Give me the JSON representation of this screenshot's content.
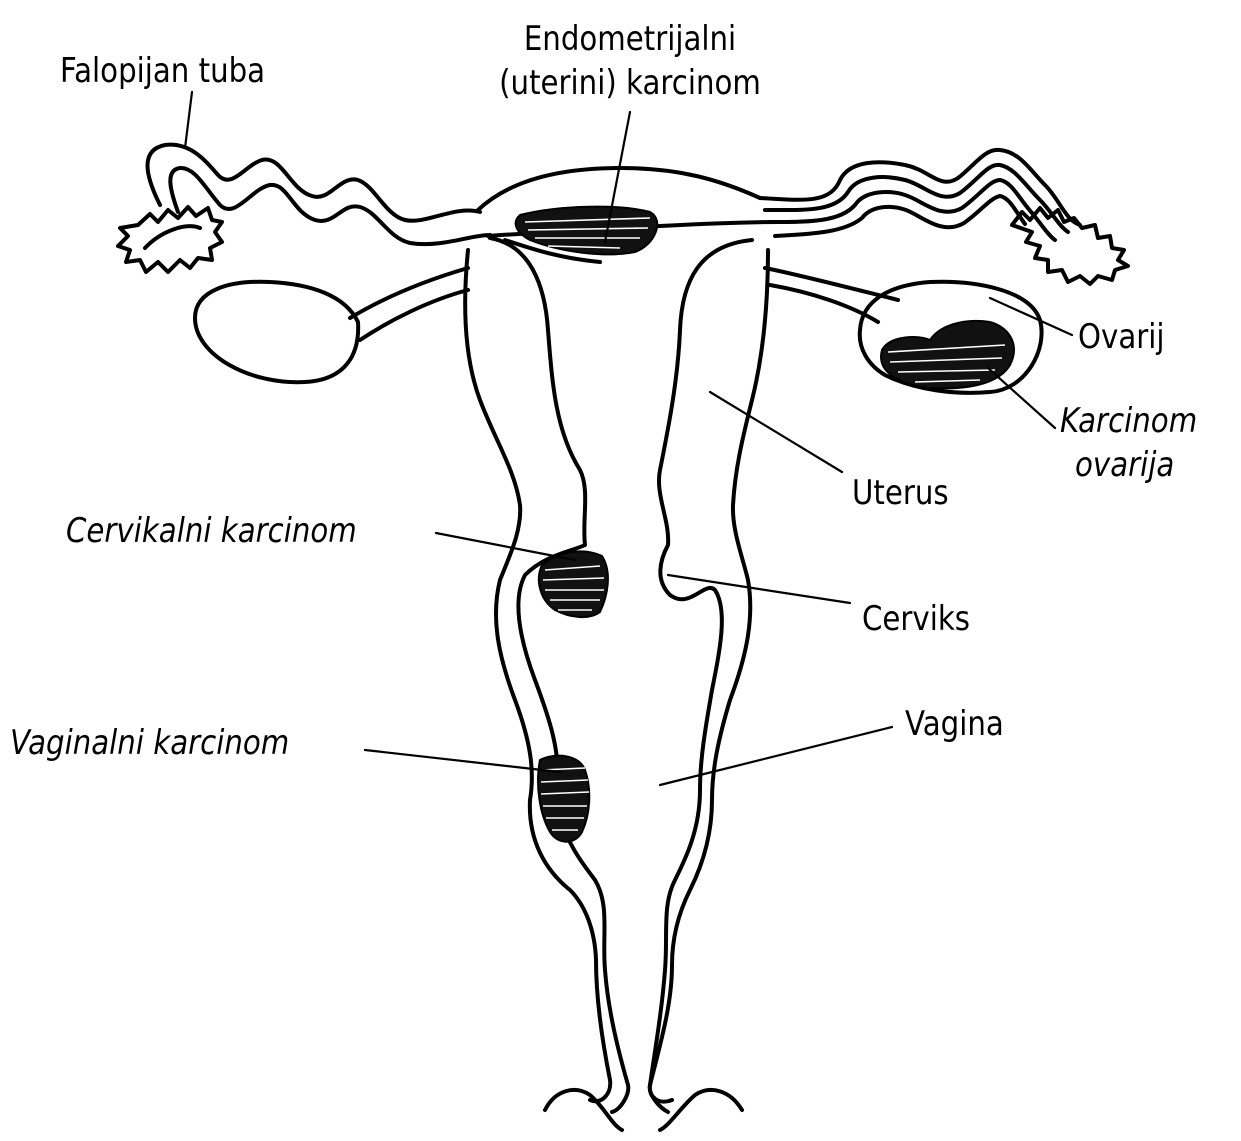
{
  "labels": {
    "fallopian": "Falopijan  tuba",
    "endo_line1": "Endometrijalni",
    "endo_line2": "(uterini)  karcinom",
    "ovary": "Ovarij",
    "ovarian_ca_line1": "Karcinom",
    "ovarian_ca_line2": "ovarija",
    "uterus": "Uterus",
    "cervical_ca": "Cervikalni  karcinom",
    "cervix": "Cerviks",
    "vagina": "Vagina",
    "vaginal_ca": "Vaginalni  karcinom"
  }
}
